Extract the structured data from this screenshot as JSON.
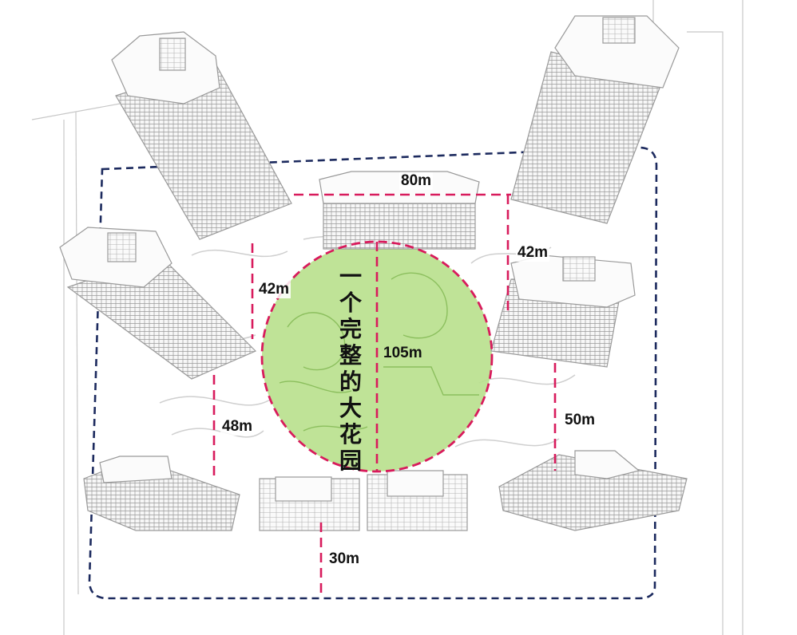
{
  "diagram": {
    "caption_chars": [
      "一",
      "个",
      "完",
      "整",
      "的",
      "大",
      "花",
      "园"
    ],
    "dimensions": {
      "top_width": "80m",
      "right_upper_gap": "42m",
      "left_upper_gap": "42m",
      "circle_diameter": "105m",
      "left_lower_gap": "48m",
      "right_lower_gap": "50m",
      "bottom_gap": "30m"
    },
    "colors": {
      "garden_fill": "#b8e08c",
      "dimension_line": "#d81b5c",
      "site_boundary": "#1c2a5e",
      "building_line": "#9a9a9a",
      "building_fill": "#f7f7f7"
    }
  }
}
